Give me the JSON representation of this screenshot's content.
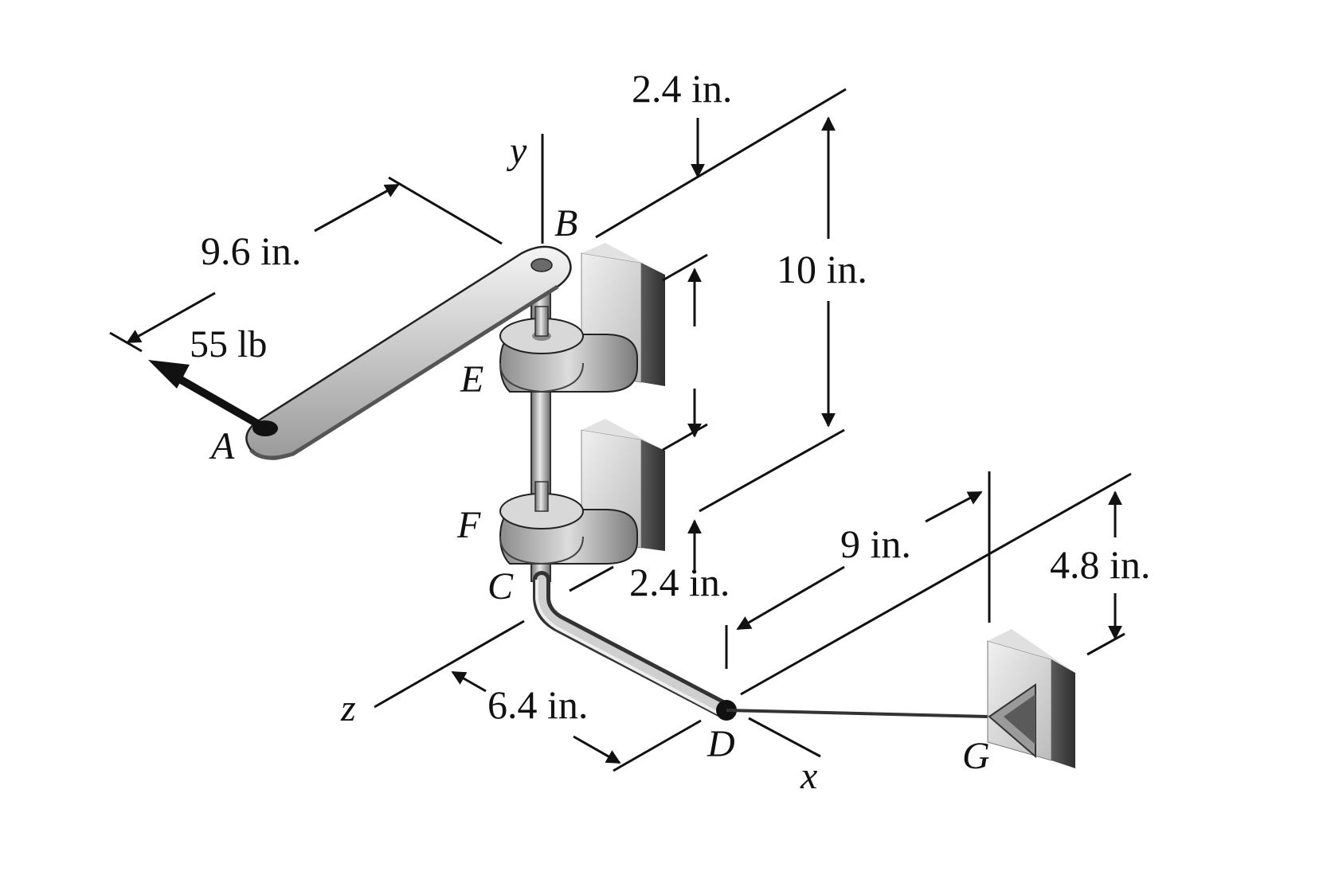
{
  "force": {
    "label": "55 lb"
  },
  "dimensions": {
    "ab_length": "9.6 in.",
    "top_offset": "2.4 in.",
    "height_total": "10 in.",
    "bottom_offset": "2.4 in.",
    "cd_length": "6.4 in.",
    "dg_horizontal": "9 in.",
    "g_height": "4.8 in."
  },
  "points": {
    "A": "A",
    "B": "B",
    "C": "C",
    "D": "D",
    "E": "E",
    "F": "F",
    "G": "G"
  },
  "axes": {
    "x": "x",
    "y": "y",
    "z": "z"
  },
  "colors": {
    "ink": "#111111",
    "metal_light": "#e6e6e6",
    "metal_mid": "#bdbdbd",
    "metal_dark": "#555555",
    "bracket_dark": "#3a3a3a"
  }
}
